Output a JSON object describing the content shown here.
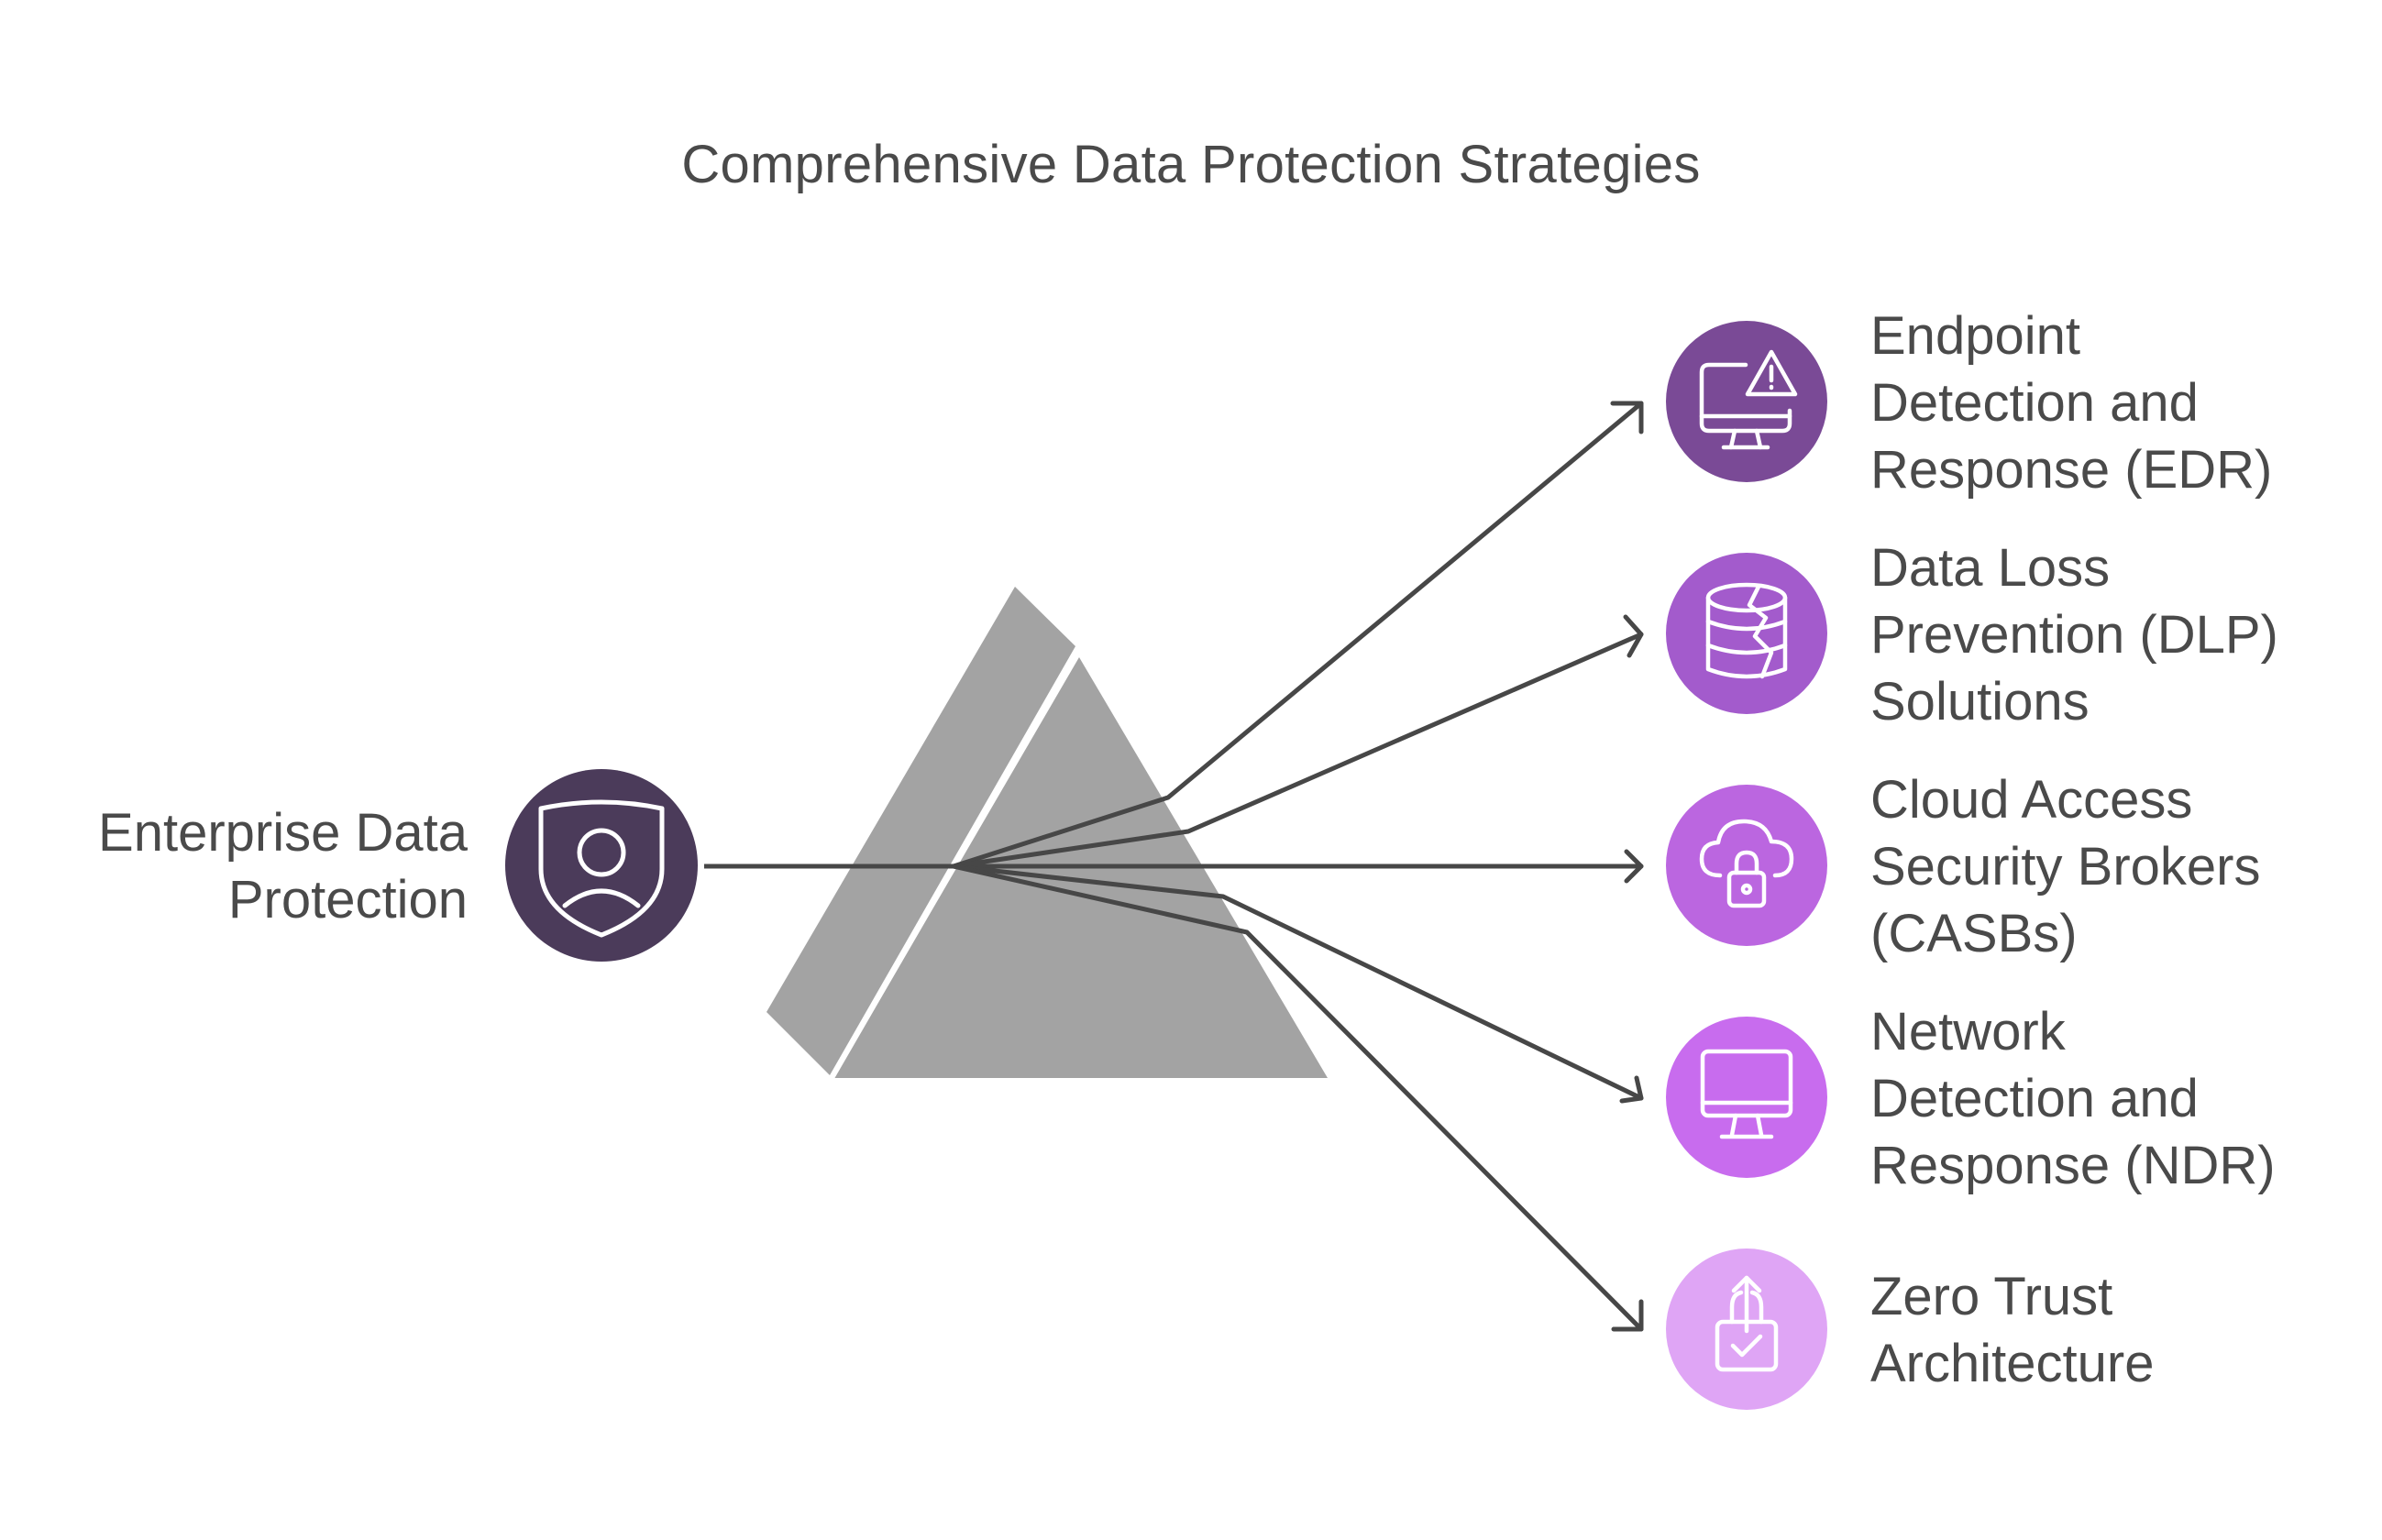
{
  "title": "Comprehensive Data Protection Strategies",
  "source": {
    "lines": [
      "Enterprise Data",
      "Protection"
    ],
    "icon": "user-shield-icon",
    "color": "#4b3b5a"
  },
  "outputs": [
    {
      "lines": [
        "Endpoint",
        "Detection and",
        "Response (EDR)"
      ],
      "icon": "monitor-warning-icon",
      "color": "#7a4a96"
    },
    {
      "lines": [
        "Data Loss",
        "Prevention (DLP)",
        "Solutions"
      ],
      "icon": "broken-database-icon",
      "color": "#a35bcc"
    },
    {
      "lines": [
        "Cloud Access",
        "Security Brokers",
        "(CASBs)"
      ],
      "icon": "cloud-lock-icon",
      "color": "#bb66e0"
    },
    {
      "lines": [
        "Network",
        "Detection and",
        "Response (NDR)"
      ],
      "icon": "desktop-monitor-icon",
      "color": "#c86cee"
    },
    {
      "lines": [
        "Zero Trust",
        "Architecture"
      ],
      "icon": "lock-check-arrow-icon",
      "color": "#dfa5f5"
    }
  ]
}
